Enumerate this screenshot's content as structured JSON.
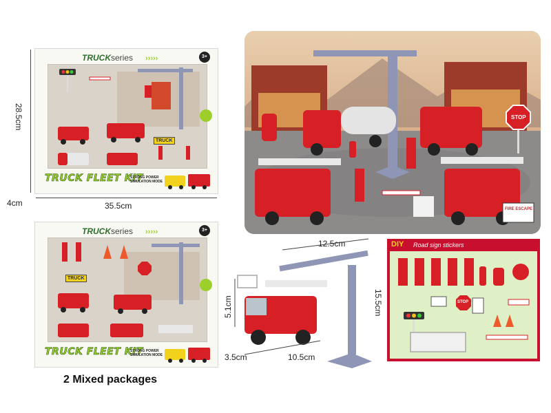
{
  "box_top": {
    "series_main": "TRUCK",
    "series_suffix": "series",
    "age_badge": "3+",
    "fleet_title": "TRUCK FLEET KIT",
    "tagline_1": "STRONG POWER",
    "tagline_2": "SIMULATION MODE",
    "truck_badge": "TRUCK"
  },
  "box_bottom": {
    "series_main": "TRUCK",
    "series_suffix": "series",
    "age_badge": "3+",
    "fleet_title": "TRUCK FLEET KIT",
    "tagline_1": "STRONG POWER",
    "tagline_2": "SIMULATION MODE",
    "truck_badge": "TRUCK"
  },
  "dimensions": {
    "box_height": "28.5cm",
    "box_depth": "4cm",
    "box_width": "35.5cm",
    "crane_width": "12.5cm",
    "crane_height": "15.5cm",
    "truck_height": "5.1cm",
    "truck_width": "3.5cm",
    "truck_length": "10.5cm"
  },
  "caption": "2 Mixed packages",
  "scene": {
    "stop_sign": "STOP",
    "fire_escape": "FIRE ESCAPE"
  },
  "diy": {
    "title": "DIY",
    "subtitle": "Road sign stickers",
    "stop_sign": "STOP"
  },
  "colors": {
    "fire_red": "#d71f26",
    "crane_gray": "#8f95b4",
    "brand_green": "#9ccf2a"
  }
}
